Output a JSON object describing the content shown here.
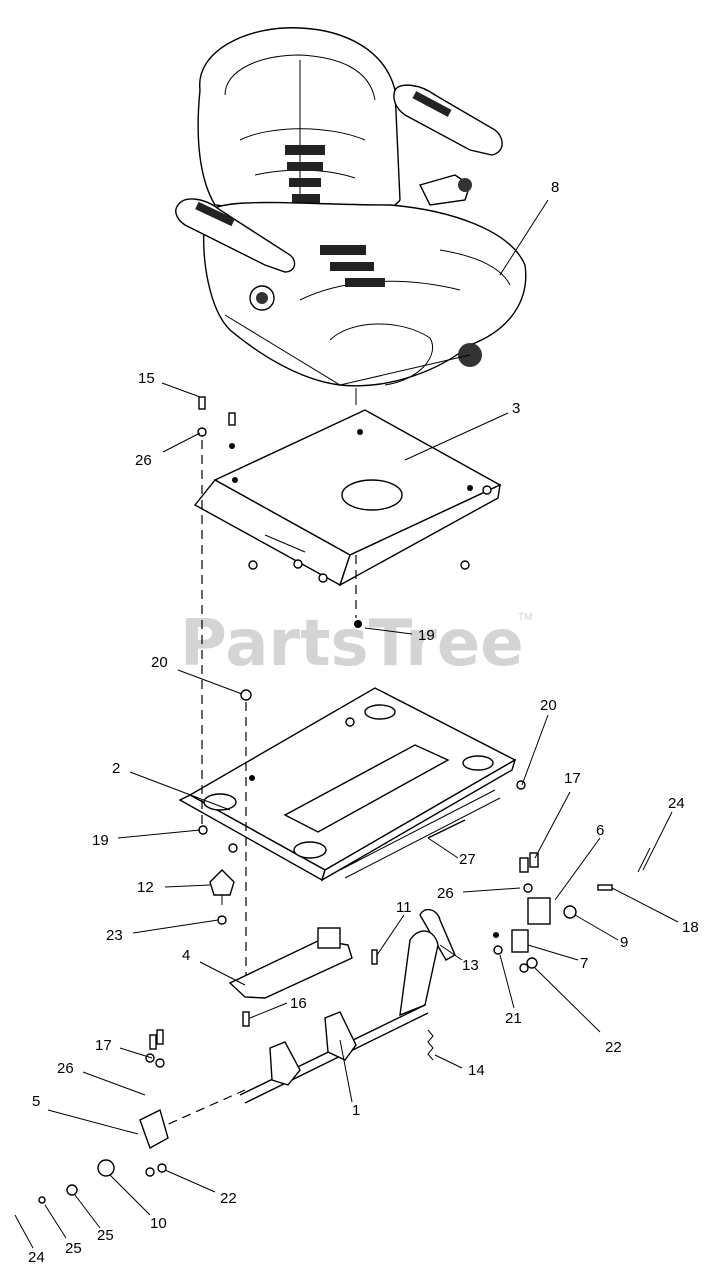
{
  "watermark": {
    "brand": "PartsTree",
    "trademark": "TM"
  },
  "callouts": [
    {
      "id": "c8",
      "label": "8"
    },
    {
      "id": "c15",
      "label": "15"
    },
    {
      "id": "c3",
      "label": "3"
    },
    {
      "id": "c26a",
      "label": "26"
    },
    {
      "id": "c19a",
      "label": "19"
    },
    {
      "id": "c20a",
      "label": "20"
    },
    {
      "id": "c20b",
      "label": "20"
    },
    {
      "id": "c2",
      "label": "2"
    },
    {
      "id": "c17a",
      "label": "17"
    },
    {
      "id": "c24a",
      "label": "24"
    },
    {
      "id": "c6",
      "label": "6"
    },
    {
      "id": "c19b",
      "label": "19"
    },
    {
      "id": "c27",
      "label": "27"
    },
    {
      "id": "c12",
      "label": "12"
    },
    {
      "id": "c26b",
      "label": "26"
    },
    {
      "id": "c18",
      "label": "18"
    },
    {
      "id": "c9",
      "label": "9"
    },
    {
      "id": "c11",
      "label": "11"
    },
    {
      "id": "c23",
      "label": "23"
    },
    {
      "id": "c13",
      "label": "13"
    },
    {
      "id": "c7",
      "label": "7"
    },
    {
      "id": "c4",
      "label": "4"
    },
    {
      "id": "c21",
      "label": "21"
    },
    {
      "id": "c16",
      "label": "16"
    },
    {
      "id": "c22a",
      "label": "22"
    },
    {
      "id": "c17b",
      "label": "17"
    },
    {
      "id": "c14",
      "label": "14"
    },
    {
      "id": "c26c",
      "label": "26"
    },
    {
      "id": "c5",
      "label": "5"
    },
    {
      "id": "c1",
      "label": "1"
    },
    {
      "id": "c22b",
      "label": "22"
    },
    {
      "id": "c10",
      "label": "10"
    },
    {
      "id": "c25a",
      "label": "25"
    },
    {
      "id": "c25b",
      "label": "25"
    },
    {
      "id": "c24b",
      "label": "24"
    }
  ]
}
